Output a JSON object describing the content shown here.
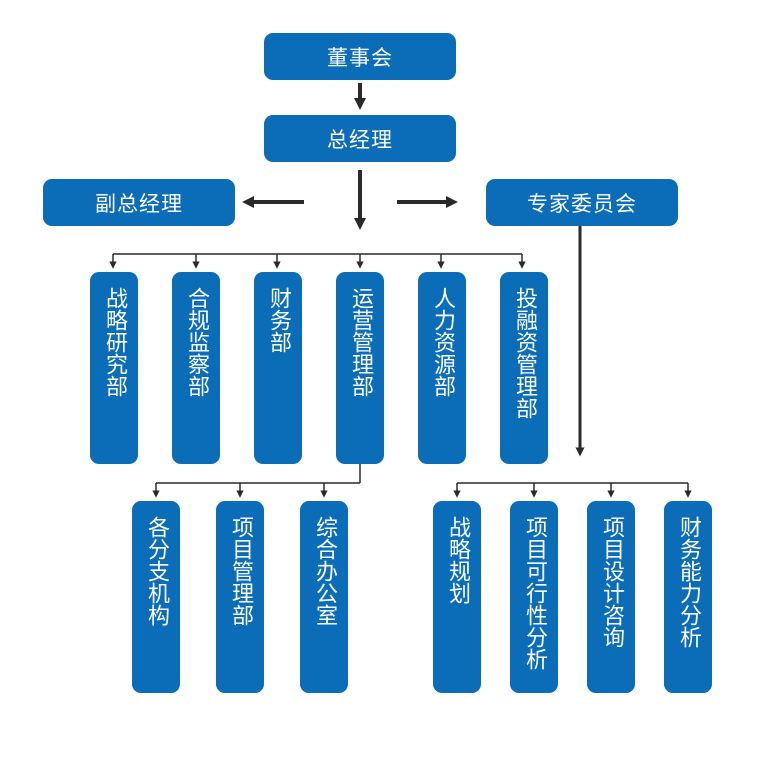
{
  "colors": {
    "box_fill": "#0b6db8",
    "box_text": "#ffffff",
    "connector": "#2a2a2a"
  },
  "nodes": {
    "board": "董事会",
    "gm": "总经理",
    "deputy_gm": "副总经理",
    "expert_committee": "专家委员会",
    "departments": [
      "战略研究部",
      "合规监察部",
      "财务部",
      "运营管理部",
      "人力资源部",
      "投融资管理部"
    ],
    "operations_units": [
      "各分支机构",
      "项目管理部",
      "综合办公室"
    ],
    "committee_units": [
      "战略规划",
      "项目可行性分析",
      "项目设计咨询",
      "财务能力分析"
    ]
  }
}
